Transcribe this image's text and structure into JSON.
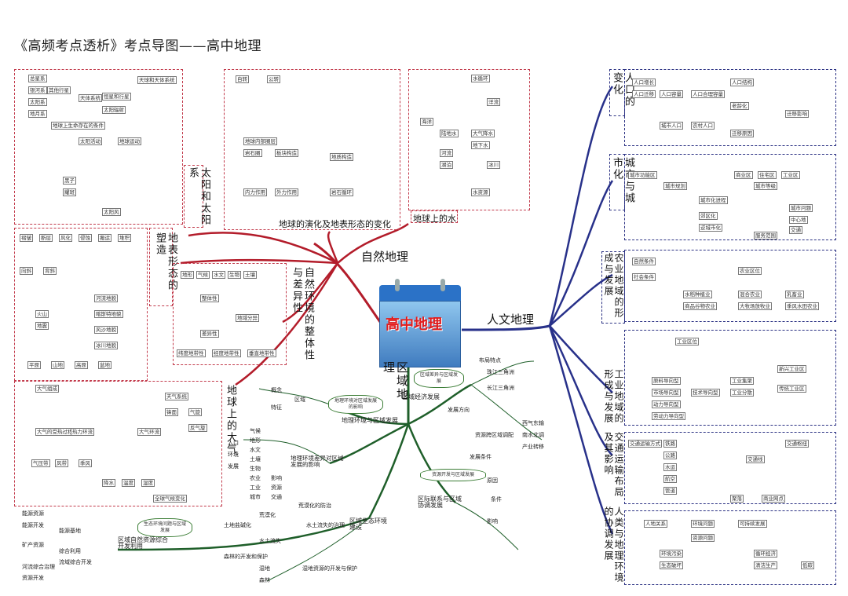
{
  "title": "《高频考点透析》考点导图——高中地理",
  "center": {
    "label": "高中地理"
  },
  "branches": {
    "natural": "自然地理",
    "human": "人文地理",
    "regional": "区域地理"
  },
  "natural_sections": {
    "solar": "太阳和太阳系",
    "evolution": "地球的演化及地表形态的变化",
    "water": "地球上的水",
    "landform": "地表形态的塑造",
    "integrity": "自然环境的整体性与差异性",
    "atmosphere": "地球上的大气"
  },
  "human_sections": {
    "population": "人口的变化",
    "urban": "城市与城市化",
    "agriculture": "农业地域的形成与发展",
    "industry": "工业地域的形成与发展",
    "transport": "交通运输布局及其影响",
    "harmony": "人类与地理环境的协调发展"
  },
  "regional_sections": {
    "env_dev": "地理环境与区域发展",
    "env_diff": "地理环境差异对区域发展的影响",
    "econ_dev": "区域经济发展",
    "coord": "区际联系与区域协调发展",
    "eco": "区域生态环境建设",
    "resource": "区域自然资源综合开发利用"
  },
  "solar_nodes": [
    "总星系",
    "银河系",
    "太阳系",
    "地月系",
    "其他行星",
    "天体系统",
    "天球和天体系统",
    "恒星和行星",
    "太阳辐射",
    "地球上生命存在的条件",
    "太阳活动",
    "地球运动",
    "黑子",
    "耀斑",
    "太阳风"
  ],
  "evolution_nodes": [
    "自转",
    "公转",
    "地球内部圈层",
    "岩石圈",
    "板块构造",
    "内力作用",
    "外力作用",
    "地质构造",
    "岩石循环"
  ],
  "water_nodes": [
    "水循环",
    "海洋",
    "陆地水",
    "洋流",
    "大气降水",
    "地下水",
    "河流",
    "湖泊",
    "冰川",
    "水资源"
  ],
  "landform_nodes": [
    "褶皱",
    "断层",
    "风化",
    "侵蚀",
    "搬运",
    "堆积",
    "火山",
    "地震",
    "河流地貌",
    "喀斯特地貌",
    "风沙地貌",
    "冰川地貌",
    "向斜",
    "背斜",
    "平原",
    "山地",
    "高原",
    "盆地"
  ],
  "integrity_nodes": [
    "地形",
    "气候",
    "水文",
    "生物",
    "土壤",
    "整体性",
    "差异性",
    "地域分异",
    "纬度地带性",
    "经度地带性",
    "垂直地带性"
  ],
  "atmosphere_nodes": [
    "大气组成",
    "大气的受热过程",
    "热力环流",
    "大气环流",
    "气压带",
    "风带",
    "季风",
    "天气系统",
    "锋面",
    "气旋",
    "反气旋",
    "全球气候变化",
    "降水",
    "温度",
    "湿度"
  ],
  "population_nodes": [
    "人口增长",
    "人口迁移",
    "人口容量",
    "人口合理容量",
    "人口结构",
    "老龄化",
    "城市人口",
    "农村人口",
    "迁移原因",
    "迁移影响"
  ],
  "urban_nodes": [
    "城市功能区",
    "城市规划",
    "城市化进程",
    "城市问题",
    "郊区化",
    "逆城市化",
    "城市等级",
    "服务范围",
    "中心地",
    "交通",
    "商业区",
    "住宅区",
    "工业区"
  ],
  "agriculture_nodes": [
    "自然条件",
    "社会条件",
    "水稻种植业",
    "商品谷物农业",
    "混合农业",
    "大牧场放牧业",
    "乳畜业",
    "季风水田农业",
    "农业区位"
  ],
  "industry_nodes": [
    "工业区位",
    "原料导向型",
    "市场导向型",
    "动力导向型",
    "劳动力导向型",
    "技术导向型",
    "工业集聚",
    "工业分散",
    "新兴工业区",
    "传统工业区"
  ],
  "transport_nodes": [
    "交通运输方式",
    "铁路",
    "公路",
    "水运",
    "航空",
    "管道",
    "聚落",
    "商业网点",
    "交通线",
    "交通枢纽"
  ],
  "harmony_nodes": [
    "人地关系",
    "环境问题",
    "可持续发展",
    "资源问题",
    "环境污染",
    "生态破坏",
    "循环经济",
    "清洁生产",
    "低碳"
  ],
  "regional_left_nodes": [
    "概念",
    "特征",
    "区域",
    "气候",
    "地形",
    "水文",
    "土壤",
    "生物",
    "农业",
    "工业",
    "城市",
    "资源",
    "交通",
    "人口",
    "环境",
    "影响",
    "发展"
  ],
  "regional_right_nodes": [
    "布局特点",
    "发展条件",
    "发展方向",
    "珠江三角洲",
    "长江三角洲",
    "资源跨区域调配",
    "西气东输",
    "南水北调",
    "产业转移",
    "原因",
    "影响",
    "条件"
  ],
  "eco_nodes": [
    "荒漠化",
    "水土流失",
    "湿地",
    "森林",
    "土地盐碱化",
    "荒漠化的防治",
    "水土流失的治理",
    "湿地资源的开发与保护",
    "森林的开发和保护"
  ],
  "resource_nodes": [
    "能源资源",
    "能源基地",
    "能源开发",
    "矿产资源",
    "流域综合开发",
    "河流综合治理",
    "资源开发",
    "综合利用"
  ],
  "ovals": {
    "left1": "地理环境对区域发展的影响",
    "right1": "区域差异与区域发展",
    "bottom1": "资源开发与区域发展",
    "bottom2": "生态环境问题与区域发展"
  }
}
